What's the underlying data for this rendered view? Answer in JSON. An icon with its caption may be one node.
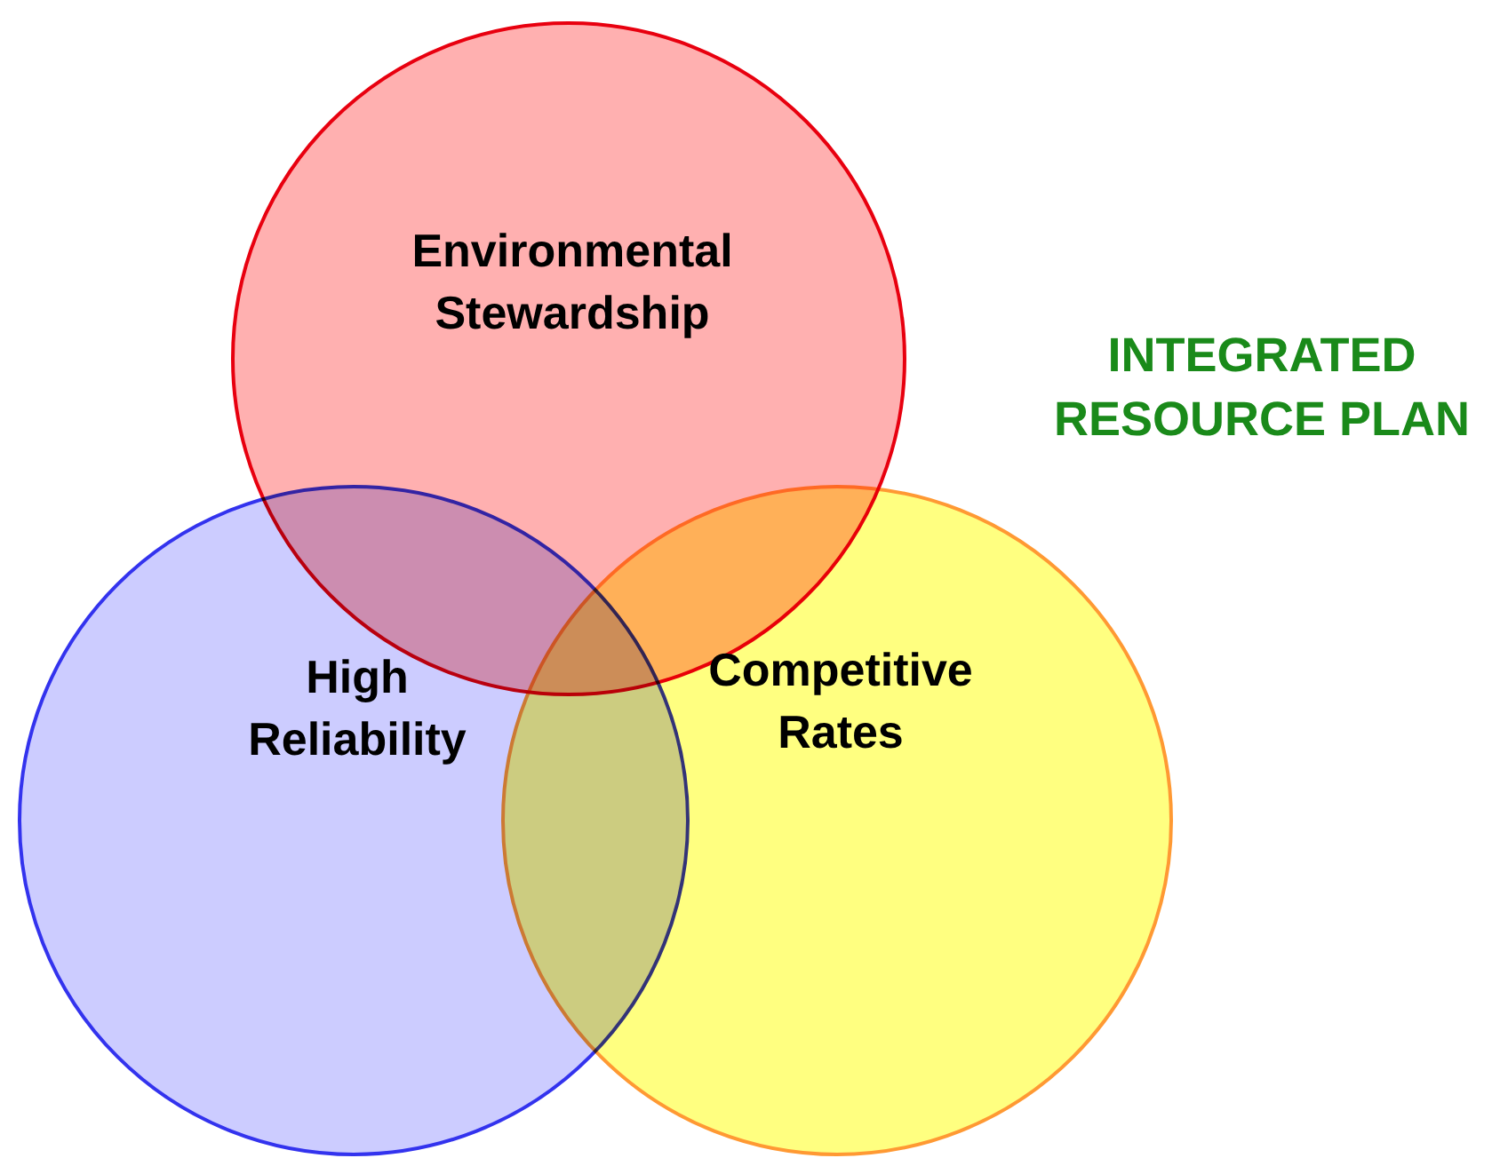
{
  "diagram": {
    "title": "INTEGRATED RESOURCE PLAN",
    "nodes": [
      {
        "text": [
          "Environmental Stewardship"
        ]
      },
      {
        "text": [
          "High Reliability"
        ]
      },
      {
        "text": [
          "Competitive Rates"
        ]
      }
    ]
  }
}
